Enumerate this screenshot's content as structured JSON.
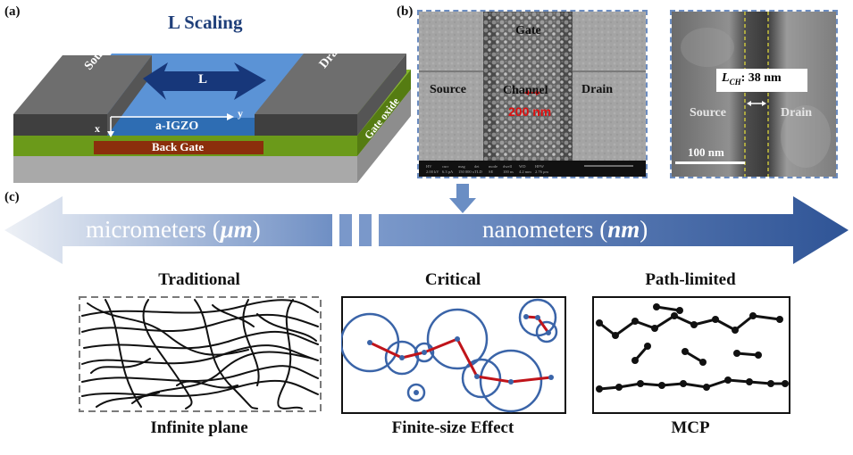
{
  "panel_labels": {
    "a": "(a)",
    "b": "(b)",
    "c": "(c)"
  },
  "device": {
    "title": "L Scaling",
    "source": "Source",
    "drain": "Drain",
    "length": "L",
    "channel": "a-IGZO",
    "gate": "Back Gate",
    "oxide": "Gate oxide",
    "axis_x": "x",
    "axis_y": "y"
  },
  "sem_left": {
    "gate": "Gate",
    "source": "Source",
    "channel": "Channel",
    "drain": "Drain",
    "dimension": "200 nm"
  },
  "sem_right": {
    "lch_symbol": "L",
    "lch_sub": "CH",
    "lch_value": ": 38 nm",
    "source": "Source",
    "drain": "Drain",
    "scale": "100 nm"
  },
  "scale_bar": {
    "left_text": "micrometers (",
    "left_unit": "μm",
    "left_close": ")",
    "right_text": "nanometers (",
    "right_unit": "nm",
    "right_close": ")"
  },
  "regimes": [
    {
      "title": "Traditional",
      "caption": "Infinite plane"
    },
    {
      "title": "Critical",
      "caption": "Finite-size Effect"
    },
    {
      "title": "Path-limited",
      "caption": "MCP"
    }
  ],
  "colors": {
    "igzo_blue": "#2e6db3",
    "dark_navy": "#1f3f7a",
    "oxide_green": "#6b9a1a",
    "gate_brown": "#8b2e0c",
    "circle_blue": "#3a64a8",
    "path_red": "#c0141a",
    "bar_blue": "#3c64a6"
  }
}
